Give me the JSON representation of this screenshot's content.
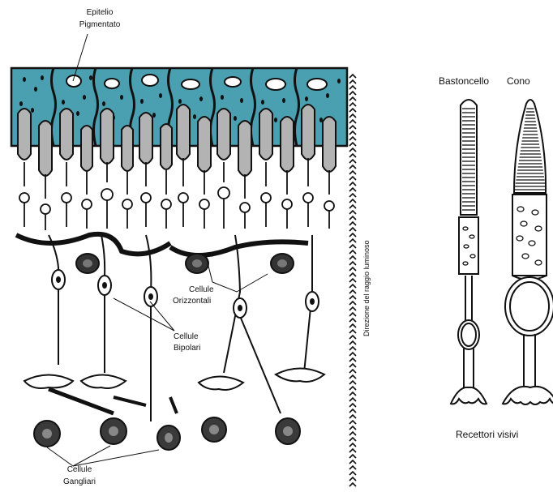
{
  "labels": {
    "epitelio_line1": "Epitelio",
    "epitelio_line2": "Pigmentato",
    "orizzontali_line1": "Cellule",
    "orizzontali_line2": "Orizzontali",
    "bipolari_line1": "Cellule",
    "bipolari_line2": "Bipolari",
    "gangliari_line1": "Cellule",
    "gangliari_line2": "Gangliari",
    "direzione": "Direzione del raggio luminoso",
    "bastoncello": "Bastoncello",
    "cono": "Cono",
    "recettori": "Recettori visivi"
  },
  "colors": {
    "epithelium": "#4a9fb0",
    "photoreceptor": "#b3b3b3",
    "nucleus": "#3c3c3c",
    "outline": "#111111"
  },
  "icons": {
    "light_direction": "chevron-up-icon"
  }
}
